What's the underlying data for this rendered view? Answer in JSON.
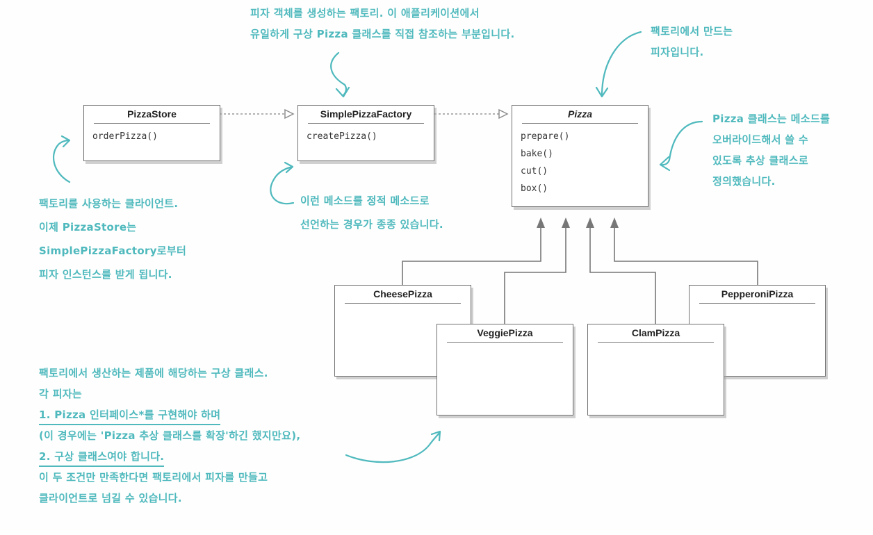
{
  "classes": {
    "pizza_store": {
      "name": "PizzaStore",
      "methods": [
        "orderPizza()"
      ]
    },
    "simple_factory": {
      "name": "SimplePizzaFactory",
      "methods": [
        "createPizza()"
      ]
    },
    "pizza": {
      "name": "Pizza",
      "methods": [
        "prepare()",
        "bake()",
        "cut()",
        "box()"
      ]
    },
    "cheese": {
      "name": "CheesePizza"
    },
    "veggie": {
      "name": "VeggiePizza"
    },
    "clam": {
      "name": "ClamPizza"
    },
    "pepperoni": {
      "name": "PepperoniPizza"
    }
  },
  "notes": {
    "factory_note": [
      "피자 객체를 생성하는 팩토리. 이 애플리케이션에서",
      "유일하게 구상 Pizza 클래스를 직접 참조하는 부분입니다."
    ],
    "product_note": [
      "팩토리에서 만드는",
      "피자입니다."
    ],
    "abstract_note": [
      "Pizza 클래스는 메소드를",
      "오버라이드해서 쓸 수",
      "있도록 추상 클래스로",
      "정의했습니다."
    ],
    "client_note": [
      "팩토리를 사용하는 클라이언트.",
      "이제 PizzaStore는",
      "SimplePizzaFactory로부터",
      "피자 인스턴스를 받게 됩니다."
    ],
    "static_note": [
      "이런 메소드를 정적 메소드로",
      "선언하는 경우가 종종 있습니다."
    ],
    "concrete_note": {
      "line1": "팩토리에서 생산하는 제품에 해당하는 구상 클래스.",
      "line2": "각 피자는",
      "line3": "1. Pizza 인터페이스*를 구현해야 하며",
      "line4": "(이 경우에는 'Pizza 추상 클래스를 확장'하긴 했지만요),",
      "line5": "2. 구상 클래스여야 합니다.",
      "line6": "이 두 조건만 만족한다면 팩토리에서 피자를 만들고",
      "line7": "클라이언트로 넘길 수 있습니다."
    }
  },
  "colors": {
    "annotation": "#4fb9bd",
    "box_border": "#6f6f6f",
    "arrow": "#777777"
  }
}
